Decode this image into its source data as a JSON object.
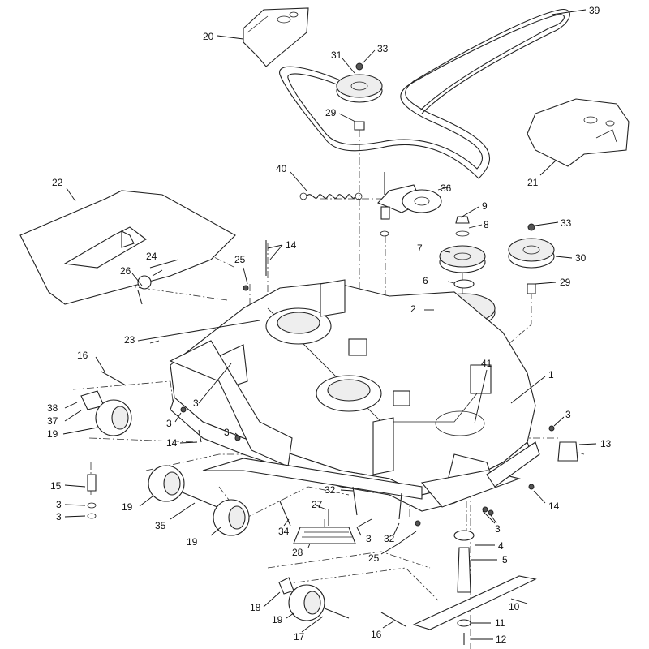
{
  "callouts": [
    {
      "id": "c39",
      "text": "39"
    },
    {
      "id": "c20",
      "text": "20"
    },
    {
      "id": "c31",
      "text": "31"
    },
    {
      "id": "c33a",
      "text": "33"
    },
    {
      "id": "c29a",
      "text": "29"
    },
    {
      "id": "c21",
      "text": "21"
    },
    {
      "id": "c22",
      "text": "22"
    },
    {
      "id": "c40",
      "text": "40"
    },
    {
      "id": "c36",
      "text": "36"
    },
    {
      "id": "c9",
      "text": "9"
    },
    {
      "id": "c8",
      "text": "8"
    },
    {
      "id": "c33b",
      "text": "33"
    },
    {
      "id": "c14a",
      "text": "14"
    },
    {
      "id": "c7",
      "text": "7"
    },
    {
      "id": "c30",
      "text": "30"
    },
    {
      "id": "c25a",
      "text": "25"
    },
    {
      "id": "c24",
      "text": "24"
    },
    {
      "id": "c26",
      "text": "26"
    },
    {
      "id": "c6",
      "text": "6"
    },
    {
      "id": "c29b",
      "text": "29"
    },
    {
      "id": "c2",
      "text": "2"
    },
    {
      "id": "c23",
      "text": "23"
    },
    {
      "id": "c16a",
      "text": "16"
    },
    {
      "id": "c41",
      "text": "41"
    },
    {
      "id": "c1",
      "text": "1"
    },
    {
      "id": "c38",
      "text": "38"
    },
    {
      "id": "c37",
      "text": "37"
    },
    {
      "id": "c3a",
      "text": "3"
    },
    {
      "id": "c3b",
      "text": "3"
    },
    {
      "id": "c19a",
      "text": "19"
    },
    {
      "id": "c3c",
      "text": "3"
    },
    {
      "id": "c14b",
      "text": "14"
    },
    {
      "id": "c3d",
      "text": "3"
    },
    {
      "id": "c13",
      "text": "13"
    },
    {
      "id": "c15",
      "text": "15"
    },
    {
      "id": "c3e",
      "text": "3"
    },
    {
      "id": "c3f",
      "text": "3"
    },
    {
      "id": "c19b",
      "text": "19"
    },
    {
      "id": "c35",
      "text": "35"
    },
    {
      "id": "c32a",
      "text": "32"
    },
    {
      "id": "c14c",
      "text": "14"
    },
    {
      "id": "c3g",
      "text": "3"
    },
    {
      "id": "c27",
      "text": "27"
    },
    {
      "id": "c19c",
      "text": "19"
    },
    {
      "id": "c34",
      "text": "34"
    },
    {
      "id": "c3h",
      "text": "3"
    },
    {
      "id": "c32b",
      "text": "32"
    },
    {
      "id": "c4",
      "text": "4"
    },
    {
      "id": "c28",
      "text": "28"
    },
    {
      "id": "c25b",
      "text": "25"
    },
    {
      "id": "c5",
      "text": "5"
    },
    {
      "id": "c18",
      "text": "18"
    },
    {
      "id": "c10",
      "text": "10"
    },
    {
      "id": "c19d",
      "text": "19"
    },
    {
      "id": "c11",
      "text": "11"
    },
    {
      "id": "c17",
      "text": "17"
    },
    {
      "id": "c16b",
      "text": "16"
    },
    {
      "id": "c12",
      "text": "12"
    }
  ]
}
